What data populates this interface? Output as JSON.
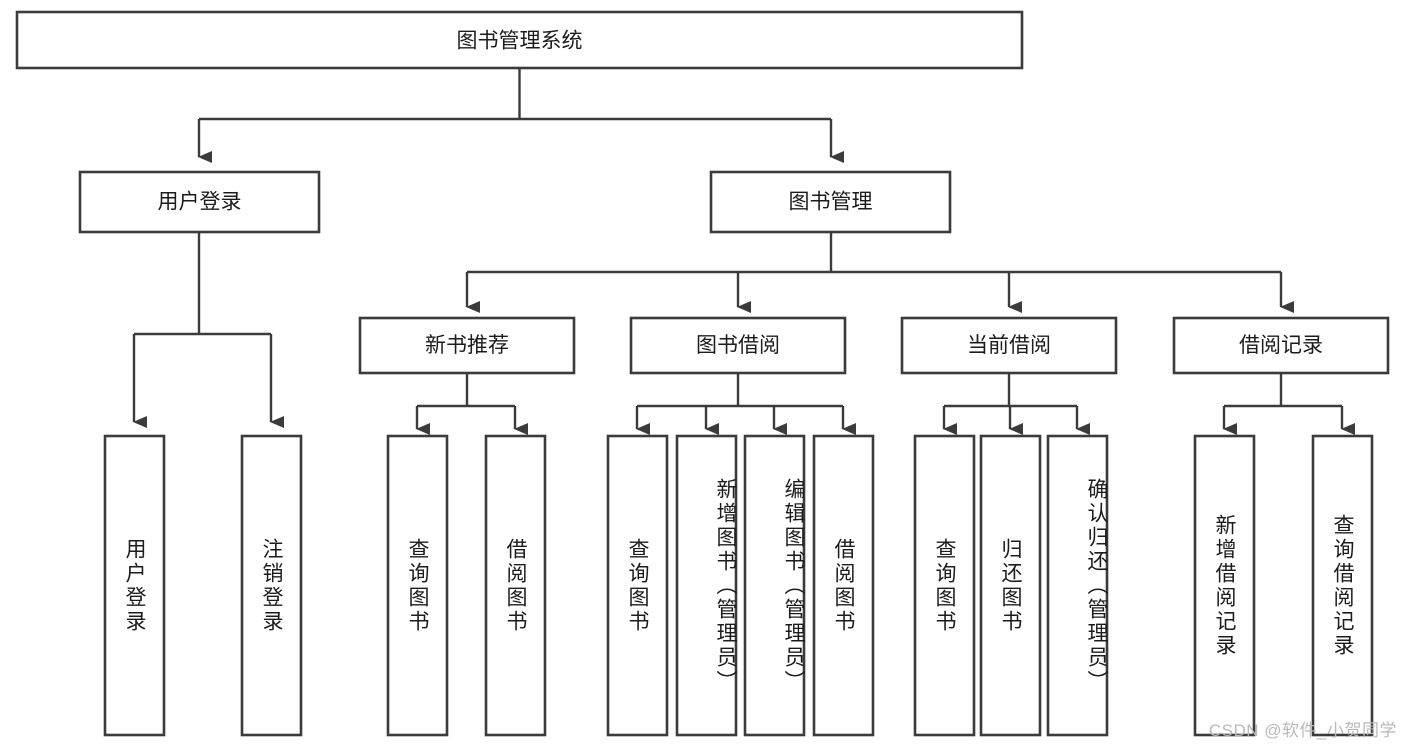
{
  "diagram": {
    "title": "图书管理系统",
    "type": "tree",
    "root": {
      "id": "root",
      "label": "图书管理系统",
      "orientation": "horizontal"
    },
    "level2": [
      {
        "id": "user-login",
        "label": "用户登录",
        "orientation": "horizontal"
      },
      {
        "id": "book-manage",
        "label": "图书管理",
        "orientation": "horizontal"
      }
    ],
    "level3": [
      {
        "id": "new-book-recommend",
        "label": "新书推荐",
        "orientation": "horizontal"
      },
      {
        "id": "book-borrow",
        "label": "图书借阅",
        "orientation": "horizontal"
      },
      {
        "id": "current-borrow",
        "label": "当前借阅",
        "orientation": "horizontal"
      },
      {
        "id": "borrow-record",
        "label": "借阅记录",
        "orientation": "horizontal"
      }
    ],
    "leaves": [
      {
        "id": "leaf-user-login",
        "parent": "user-login",
        "label": "用户登录",
        "orientation": "vertical"
      },
      {
        "id": "leaf-user-logout",
        "parent": "user-login",
        "label": "注销登录",
        "orientation": "vertical"
      },
      {
        "id": "leaf-query-book-1",
        "parent": "new-book-recommend",
        "label": "查询图书",
        "orientation": "vertical"
      },
      {
        "id": "leaf-borrow-book-1",
        "parent": "new-book-recommend",
        "label": "借阅图书",
        "orientation": "vertical"
      },
      {
        "id": "leaf-query-book-2",
        "parent": "book-borrow",
        "label": "查询图书",
        "orientation": "vertical"
      },
      {
        "id": "leaf-add-book",
        "parent": "book-borrow",
        "label": "新增图书（管理员）",
        "orientation": "vertical"
      },
      {
        "id": "leaf-edit-book",
        "parent": "book-borrow",
        "label": "编辑图书（管理员）",
        "orientation": "vertical"
      },
      {
        "id": "leaf-borrow-book-2",
        "parent": "book-borrow",
        "label": "借阅图书",
        "orientation": "vertical"
      },
      {
        "id": "leaf-query-book-3",
        "parent": "current-borrow",
        "label": "查询图书",
        "orientation": "vertical"
      },
      {
        "id": "leaf-return-book",
        "parent": "current-borrow",
        "label": "归还图书",
        "orientation": "vertical"
      },
      {
        "id": "leaf-confirm-return",
        "parent": "current-borrow",
        "label": "确认归还（管理员）",
        "orientation": "vertical"
      },
      {
        "id": "leaf-add-record",
        "parent": "borrow-record",
        "label": "新增借阅记录",
        "orientation": "vertical"
      },
      {
        "id": "leaf-query-record",
        "parent": "borrow-record",
        "label": "查询借阅记录",
        "orientation": "vertical"
      }
    ],
    "watermark": "CSDN @软件_小贺同学",
    "colors": {
      "stroke": "#3b3b3b",
      "fill": "#ffffff",
      "text": "#1c1c1c",
      "watermark": "#b9b9b9"
    }
  }
}
